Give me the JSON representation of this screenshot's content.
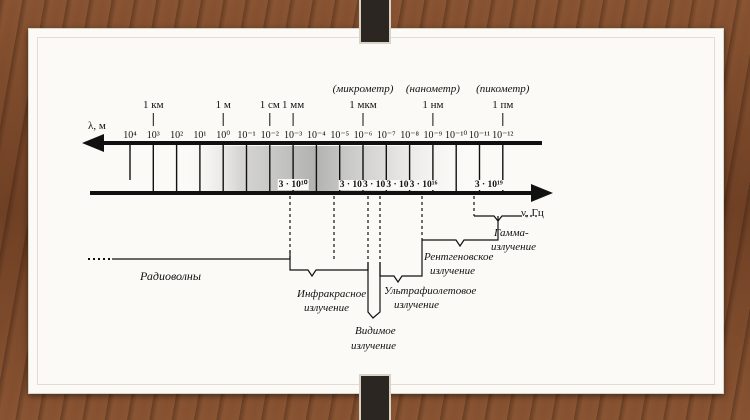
{
  "diagram": {
    "wavelength_axis_label": "λ, м",
    "frequency_axis_label": "ν, Гц",
    "wavelength_powers": [
      "10⁴",
      "10³",
      "10²",
      "10¹",
      "10⁰",
      "10⁻¹",
      "10⁻²",
      "10⁻³",
      "10⁻⁴",
      "10⁻⁵",
      "10⁻⁶",
      "10⁻⁷",
      "10⁻⁸",
      "10⁻⁹",
      "10⁻¹⁰",
      "10⁻¹¹",
      "10⁻¹²"
    ],
    "unit_labels": [
      {
        "text": "1 км",
        "index": 1
      },
      {
        "text": "1 м",
        "index": 4
      },
      {
        "text": "1 см",
        "index": 6
      },
      {
        "text": "1 мм",
        "index": 7
      },
      {
        "text": "1 мкм",
        "index": 10
      },
      {
        "text": "1 нм",
        "index": 13
      },
      {
        "text": "1 пм",
        "index": 16
      }
    ],
    "unit_names": [
      {
        "text": "(микрометр)",
        "index": 10
      },
      {
        "text": "(нанометр)",
        "index": 13
      },
      {
        "text": "(пикометр)",
        "index": 16
      }
    ],
    "frequency_labels": [
      {
        "text": "3 · 10¹⁰",
        "index": 7
      },
      {
        "text": "3 · 10¹³",
        "index": 9.6
      },
      {
        "text": "3 · 10¹⁴",
        "index": 10.6
      },
      {
        "text": "3 · 10¹⁵",
        "index": 11.6
      },
      {
        "text": "3 · 10¹⁶",
        "index": 12.6
      },
      {
        "text": "3 · 10¹⁹",
        "index": 15.4
      }
    ],
    "regions": {
      "radio": "Радиоволны",
      "infrared_1": "Инфракрасное",
      "infrared_2": "излучение",
      "visible_1": "Видимое",
      "visible_2": "излучение",
      "ultraviolet_1": "Ультрафиолетовое",
      "ultraviolet_2": "излучение",
      "xray_1": "Рентгеновское",
      "xray_2": "излучение",
      "gamma_1": "Гамма-",
      "gamma_2": "излучение"
    }
  }
}
